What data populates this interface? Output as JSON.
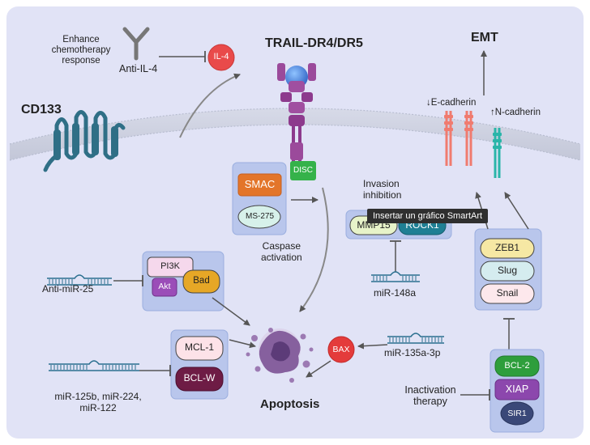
{
  "labels": {
    "enhance_line1": "Enhance",
    "enhance_line2": "chemotherapy",
    "enhance_line3": "response",
    "anti_il4": "Anti-IL-4",
    "il4": "IL-4",
    "trail": "TRAIL-DR4/DR5",
    "cd133": "CD133",
    "emt": "EMT",
    "e_cadherin": "↓E-cadherin",
    "n_cadherin": "↑N-cadherin",
    "disc": "DISC",
    "smac": "SMAC",
    "ms275": "MS-275",
    "invasion_line1": "Invasion",
    "invasion_line2": "inhibition",
    "mmp15": "MMP15",
    "rock1": "ROCK1",
    "tooltip": "Insertar un gráfico SmartArt",
    "caspase_line1": "Caspase",
    "caspase_line2": "activation",
    "pi3k": "PI3K",
    "akt": "Akt",
    "bad": "Bad",
    "anti_mir25": "Anti-miR-25",
    "mir148a": "miR-148a",
    "zeb1": "ZEB1",
    "slug": "Slug",
    "snail": "Snail",
    "mcl1": "MCL-1",
    "bclw": "BCL-W",
    "bax": "BAX",
    "mir135": "miR-135a-3p",
    "mir125_line1": "miR-125b, miR-224,",
    "mir125_line2": "miR-122",
    "apoptosis": "Apoptosis",
    "inact_line1": "Inactivation",
    "inact_line2": "therapy",
    "bcl2": "BCL-2",
    "xiap": "XIAP",
    "sir1": "SIR1"
  },
  "icons": {
    "antibody": "antibody-icon",
    "membrane": "cell-membrane",
    "receptor": "trail-receptor-icon",
    "cd133_protein": "cd133-protein-icon",
    "mirna": "mirna-icon",
    "apoptotic_cell": "apoptotic-cell-icon",
    "cadherin": "cadherin-icon"
  },
  "colors": {
    "background": "#e1e3f6",
    "panel": "#b9c6ec",
    "panel_border": "#9aaedf",
    "il4": "#e94a4a",
    "bax": "#e43b3b",
    "smac": "#e3752a",
    "ms275": "#d7f1ea",
    "disc": "#35b24a",
    "mmp15": "#e7f3c9",
    "rock1": "#1f7f94",
    "pi3k": "#f5d8ec",
    "akt": "#9b4db8",
    "bad": "#e6a726",
    "zeb1": "#f6e8a4",
    "slug": "#d5ecef",
    "snail": "#fde8ec",
    "mcl1": "#fde2e8",
    "bclw": "#6e1c45",
    "bcl2": "#2e9e3c",
    "xiap": "#8c47ad",
    "sir1": "#3a4878",
    "receptor": "#8d3a8d",
    "ligand": "#3f7bd9",
    "cd133": "#2f6f86",
    "e_cadherin": "#f07b6f",
    "n_cadherin": "#2ab5a9",
    "apoptosis": "#86609e",
    "arrow": "#555555"
  }
}
